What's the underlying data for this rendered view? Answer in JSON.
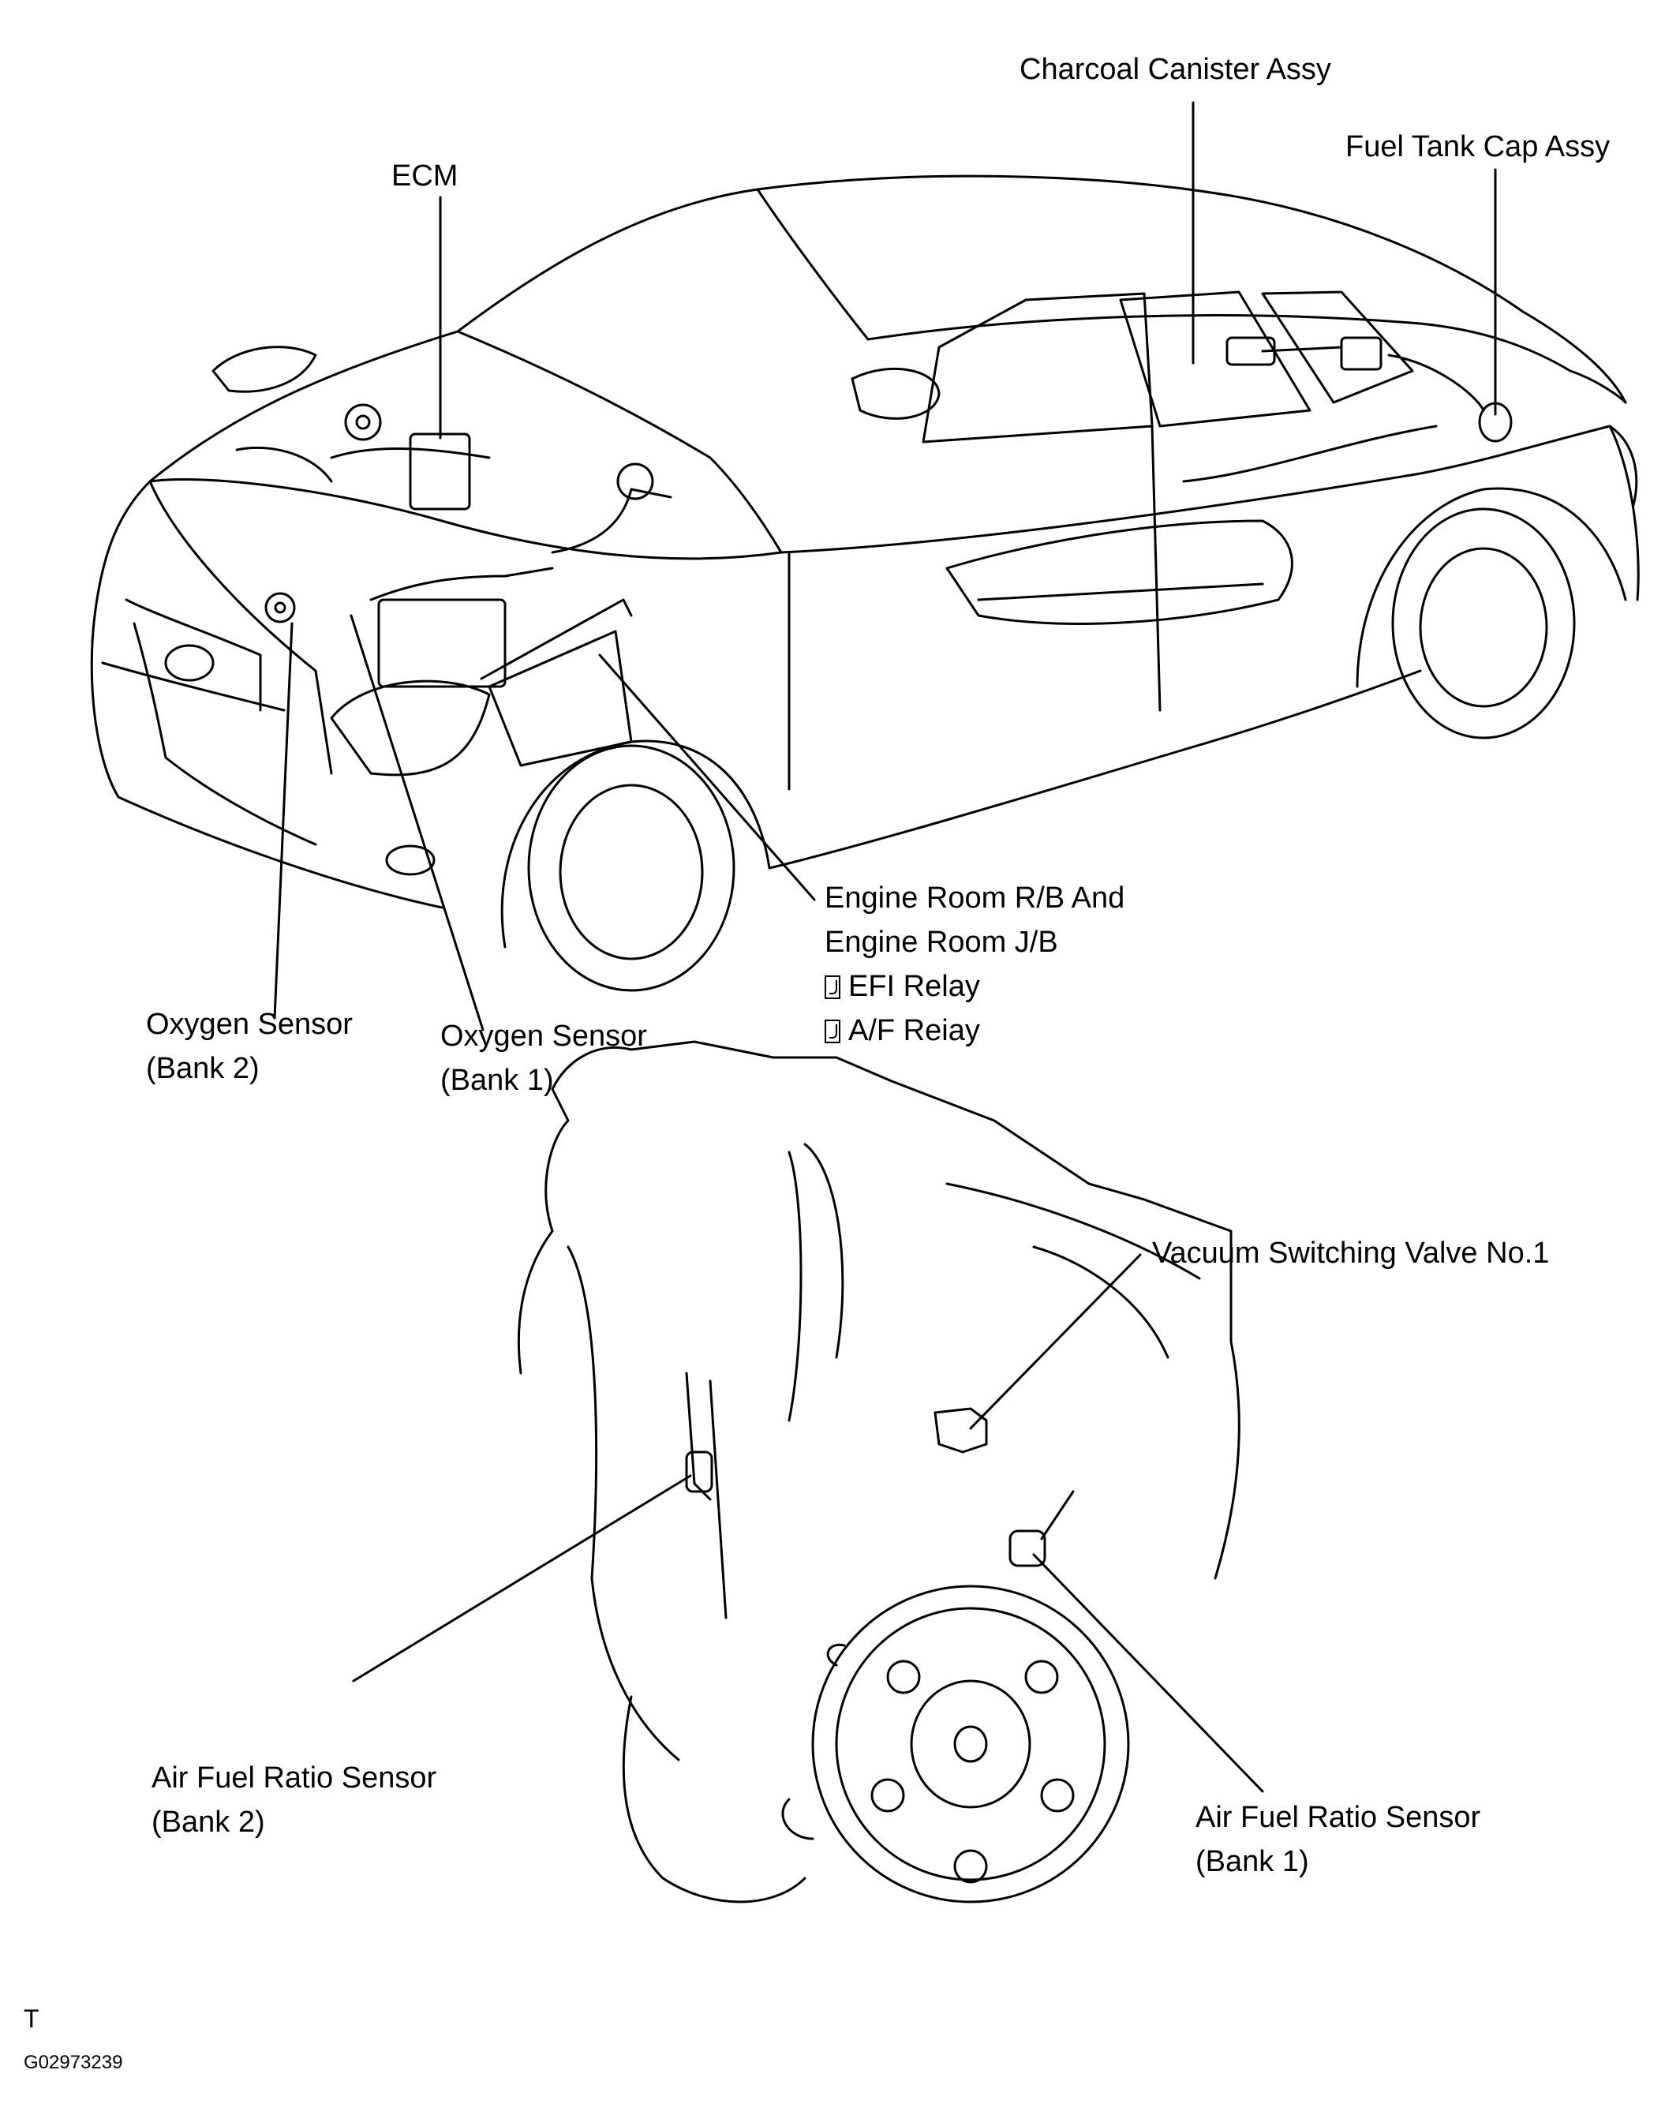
{
  "labels": {
    "ecm": "ECM",
    "charcoal_canister": "Charcoal Canister Assy",
    "fuel_tank_cap": "Fuel Tank Cap Assy",
    "engine_room": [
      "Engine Room R/B And",
      "Engine Room J/B"
    ],
    "efi_relay": "EFI Relay",
    "af_relay": "A/F Reiay",
    "oxygen_bank2": [
      "Oxygen Sensor",
      "(Bank 2)"
    ],
    "oxygen_bank1": [
      "Oxygen Sensor",
      "(Bank 1)"
    ],
    "vsv": "Vacuum Switching Valve No.1",
    "afr_bank2": [
      "Air Fuel Ratio Sensor",
      "(Bank 2)"
    ],
    "afr_bank1": [
      "Air Fuel Ratio Sensor",
      "(Bank 1)"
    ]
  },
  "footer": {
    "letter": "T",
    "code": "G02973239"
  },
  "icons": {
    "relay": "relay-icon"
  },
  "colors": {
    "line": "#000000",
    "background": "#ffffff"
  }
}
